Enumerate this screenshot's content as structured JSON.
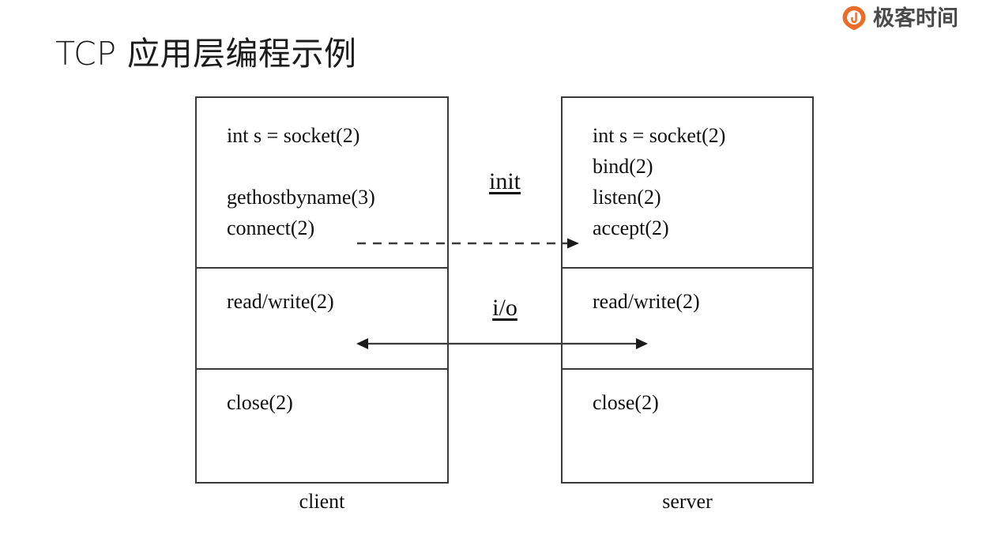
{
  "brand": {
    "logo_icon": "geekbang-circle-logo-icon",
    "name": "极客时间",
    "accent_color": "#eb6b28",
    "text_color": "#4a4a4a"
  },
  "slide": {
    "title": "TCP 应用层编程示例",
    "title_color": "#1b1b1b",
    "background": "#ffffff"
  },
  "diagram": {
    "line_color": "#3a3a3a",
    "columns": [
      {
        "id": "client",
        "caption": "client",
        "sections": [
          {
            "id": "init",
            "lines": [
              "int s = socket(2)",
              "",
              "gethostbyname(3)",
              "connect(2)"
            ]
          },
          {
            "id": "io",
            "lines": [
              "read/write(2)"
            ]
          },
          {
            "id": "close",
            "lines": [
              "close(2)"
            ]
          }
        ]
      },
      {
        "id": "server",
        "caption": "server",
        "sections": [
          {
            "id": "init",
            "lines": [
              "int s = socket(2)",
              "bind(2)",
              "listen(2)",
              "accept(2)"
            ]
          },
          {
            "id": "io",
            "lines": [
              "read/write(2)"
            ]
          },
          {
            "id": "close",
            "lines": [
              "close(2)"
            ]
          }
        ]
      }
    ],
    "annotations": [
      {
        "id": "init",
        "label": "init",
        "arrow": "dashed-right"
      },
      {
        "id": "io",
        "label": "i/o",
        "arrow": "solid-double"
      }
    ]
  },
  "text": {
    "client": {
      "socket": "int s = socket(2)",
      "gethostbyname": "gethostbyname(3)",
      "connect": "connect(2)",
      "readwrite": "read/write(2)",
      "close": "close(2)",
      "caption": "client"
    },
    "server": {
      "socket": "int s = socket(2)",
      "bind": "bind(2)",
      "listen": "listen(2)",
      "accept": "accept(2)",
      "readwrite": "read/write(2)",
      "close": "close(2)",
      "caption": "server"
    },
    "mid": {
      "init": "init",
      "io": "i/o"
    }
  }
}
